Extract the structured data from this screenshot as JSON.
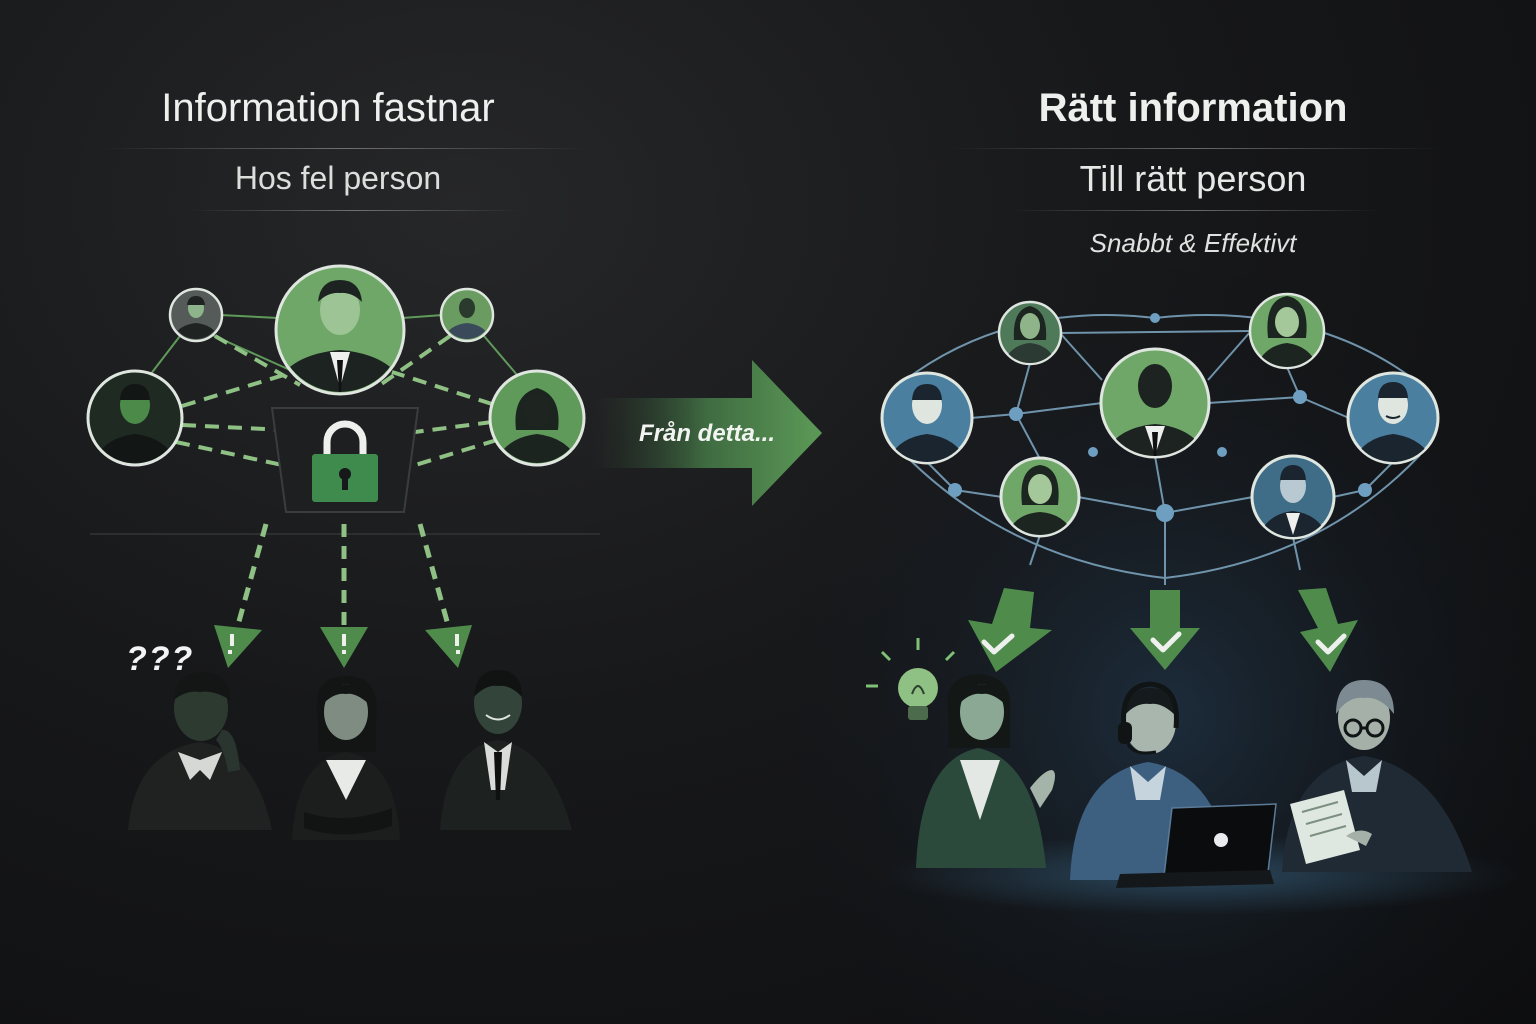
{
  "left": {
    "title": "Information fastnar",
    "subtitle": "Hos fel person"
  },
  "transition": {
    "label": "Från detta..."
  },
  "right": {
    "title": "Rätt information",
    "subtitle": "Till rätt person",
    "tagline": "Snabbt & Effektivt"
  },
  "decor": {
    "confusion_marks": "???"
  },
  "colors": {
    "accent_green": "#5f9a5a",
    "dark_green": "#2f5a33",
    "accent_blue": "#4a7fa0",
    "background": "#141517"
  },
  "icons": [
    "lock-icon",
    "lightbulb-icon",
    "headset-icon",
    "laptop-icon",
    "document-icon",
    "checkmark-icon"
  ]
}
